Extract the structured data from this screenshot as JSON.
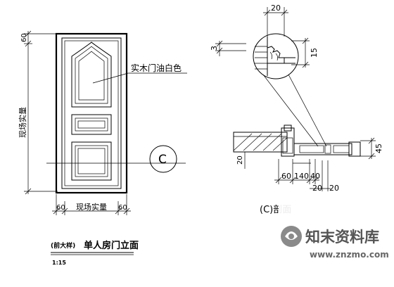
{
  "elevation": {
    "dim_top": "60",
    "dim_height": "现场实量",
    "dim_width": "现场实量",
    "dim_left_jamb": "60",
    "dim_right_jamb": "60",
    "callout_finish": "实木门油白色",
    "section_marker": "C",
    "title_prefix": "(前大样)",
    "title": "单人房门立面",
    "scale": "1:15"
  },
  "section": {
    "detail_width": "20",
    "detail_left": "3",
    "detail_right": "15",
    "side_dim": "45",
    "bottom_left": "20",
    "bottom_dims": [
      "60",
      "140",
      "40"
    ],
    "bottom_small": [
      "20",
      "20"
    ],
    "label": "(C)剖面"
  },
  "watermark": {
    "brand": "知末资料库",
    "url": "www.znzmo.com"
  }
}
